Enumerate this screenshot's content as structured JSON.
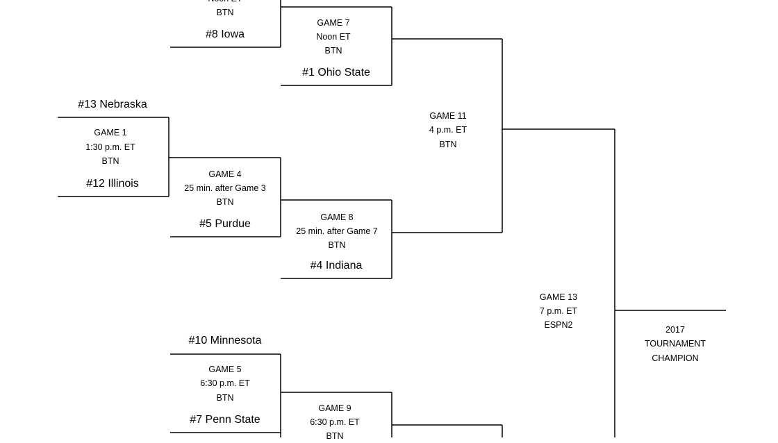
{
  "teams": {
    "iowa": "#8 Iowa",
    "ohio_state": "#1 Ohio State",
    "nebraska": "#13 Nebraska",
    "illinois": "#12 Illinois",
    "purdue": "#5 Purdue",
    "indiana": "#4 Indiana",
    "minnesota": "#10 Minnesota",
    "penn_state": "#7 Penn State"
  },
  "games": {
    "game3": {
      "time": "Noon ET",
      "network": "BTN"
    },
    "game1": {
      "title": "GAME 1",
      "time": "1:30 p.m. ET",
      "network": "BTN"
    },
    "game4": {
      "title": "GAME 4",
      "time": "25 min. after Game 3",
      "network": "BTN"
    },
    "game5": {
      "title": "GAME 5",
      "time": "6:30 p.m. ET",
      "network": "BTN"
    },
    "game7": {
      "title": "GAME 7",
      "time": "Noon ET",
      "network": "BTN"
    },
    "game8": {
      "title": "GAME 8",
      "time": "25 min. after Game 7",
      "network": "BTN"
    },
    "game9": {
      "title": "GAME 9",
      "time": "6:30 p.m. ET",
      "network": "BTN"
    },
    "game11": {
      "title": "GAME 11",
      "time": "4 p.m. ET",
      "network": "BTN"
    },
    "game13": {
      "title": "GAME 13",
      "time": "7 p.m. ET",
      "network": "ESPN2"
    }
  },
  "champion": {
    "line1": "2017",
    "line2": "TOURNAMENT",
    "line3": "CHAMPION"
  }
}
